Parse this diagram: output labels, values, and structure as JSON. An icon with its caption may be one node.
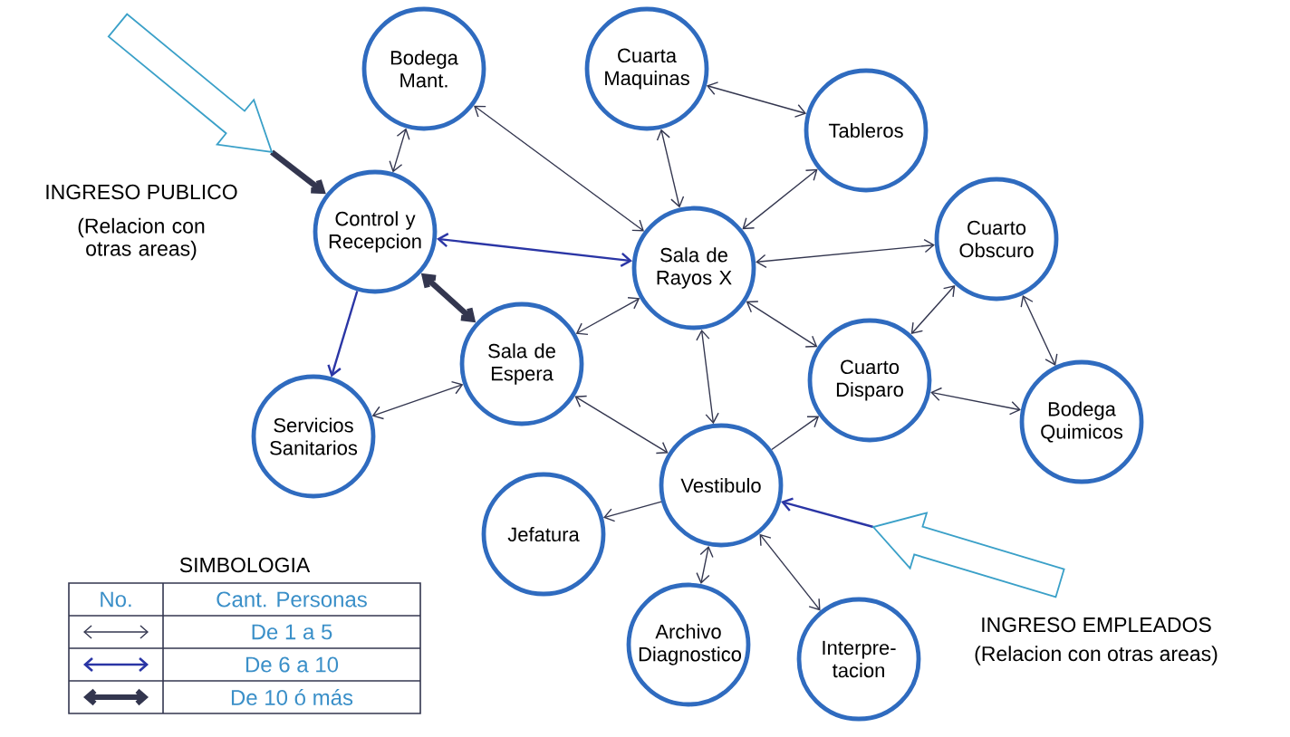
{
  "diagram": {
    "nodes": [
      {
        "text": [
          "Bodega Mant."
        ]
      },
      {
        "text": [
          "Cuarta Maquinas"
        ]
      },
      {
        "text": [
          "Tableros"
        ]
      },
      {
        "text": [
          "Control y Recepcion"
        ]
      },
      {
        "text": [
          "Sala de Rayos X"
        ]
      },
      {
        "text": [
          "Cuarto Obscuro"
        ]
      },
      {
        "text": [
          "Sala de Espera"
        ]
      },
      {
        "text": [
          "Cuarto Disparo"
        ]
      },
      {
        "text": [
          "Bodega Quimicos"
        ]
      },
      {
        "text": [
          "Servicios Sanitarios"
        ]
      },
      {
        "text": [
          "Jefatura"
        ]
      },
      {
        "text": [
          "Vestibulo"
        ]
      },
      {
        "text": [
          "Archivo Diagnostico"
        ]
      },
      {
        "text": [
          "Interpre- tacion"
        ]
      }
    ],
    "edges": [
      {
        "from": null,
        "to": 3,
        "arrow": "to",
        "style": "thick"
      },
      {
        "from": 0,
        "to": 3,
        "arrow": "both"
      },
      {
        "from": 0,
        "to": 4,
        "arrow": "both"
      },
      {
        "from": 1,
        "to": 2,
        "arrow": "both"
      },
      {
        "from": 1,
        "to": 4,
        "arrow": "both"
      },
      {
        "from": 2,
        "to": 4,
        "arrow": "both"
      },
      {
        "from": 4,
        "to": 3,
        "arrow": "both",
        "color": "#2a35a5"
      },
      {
        "from": 3,
        "to": 9,
        "arrow": "to",
        "color": "#2a35a5"
      },
      {
        "from": 3,
        "to": 6,
        "arrow": "both",
        "style": "thick"
      },
      {
        "from": 6,
        "to": 4,
        "arrow": "both"
      },
      {
        "from": 9,
        "to": 6,
        "arrow": "both"
      },
      {
        "from": 6,
        "to": 11,
        "arrow": "both"
      },
      {
        "from": 4,
        "to": 5,
        "arrow": "both"
      },
      {
        "from": 4,
        "to": 7,
        "arrow": "both"
      },
      {
        "from": 4,
        "to": 11,
        "arrow": "both"
      },
      {
        "from": 7,
        "to": 5,
        "arrow": "both"
      },
      {
        "from": 5,
        "to": 8,
        "arrow": "both"
      },
      {
        "from": 7,
        "to": 8,
        "arrow": "both"
      },
      {
        "from": 11,
        "to": 7,
        "arrow": "to"
      },
      {
        "from": 11,
        "to": 10,
        "arrow": "to"
      },
      {
        "from": 11,
        "to": 12,
        "arrow": "both"
      },
      {
        "from": 11,
        "to": 13,
        "arrow": "both"
      },
      {
        "from": null,
        "to": 11,
        "arrow": "to",
        "color": "#2a35a5"
      }
    ],
    "labels": [
      "INGRESO PUBLICO",
      "(Relacion con otras areas)",
      "INGRESO EMPLEADOS",
      "(Relacion con otras areas)",
      "SIMBOLOGIA",
      "No.",
      "Cant. Personas"
    ],
    "legend": [
      {
        "text": "De 1 a 5"
      },
      {
        "text": "De 6 a 10"
      },
      {
        "text": "De 10 ó más"
      }
    ]
  }
}
